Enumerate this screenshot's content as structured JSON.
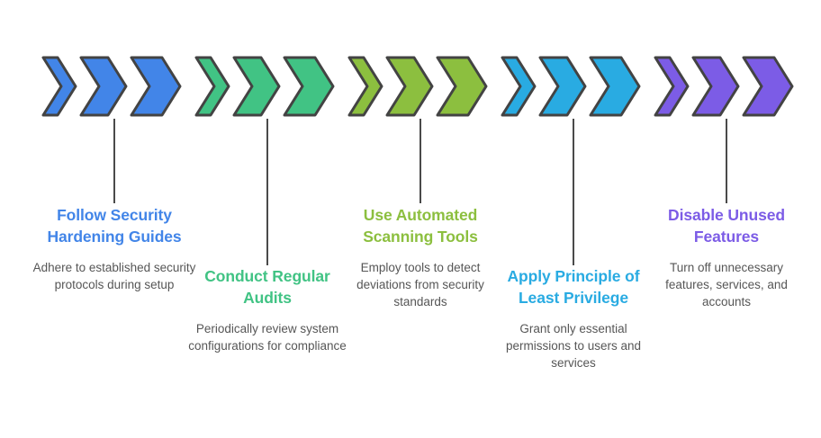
{
  "graphic": {
    "type": "chevron-process-infographic",
    "title_text": "",
    "background_color": "#ffffff",
    "body_text_color": "#565656",
    "chevron_outline_color": "#434343",
    "connector_color": "#4a4a4a"
  },
  "columns": [
    {
      "index": 1,
      "color": "#4285E8",
      "icon": "triple-chevron-right-icon",
      "heading": "Follow Security Hardening Guides",
      "body": "Adhere to established security protocols during setup",
      "stem": "connector-line"
    },
    {
      "index": 2,
      "color": "#41C384",
      "icon": "triple-chevron-right-icon",
      "heading": "Conduct Regular Audits",
      "body": "Periodically review system configurations for compliance",
      "stem": "connector-line"
    },
    {
      "index": 3,
      "color": "#8CBF3F",
      "icon": "triple-chevron-right-icon",
      "heading": "Use Automated Scanning Tools",
      "body": "Employ tools to detect deviations from security standards",
      "stem": "connector-line"
    },
    {
      "index": 4,
      "color": "#29ABE2",
      "icon": "triple-chevron-right-icon",
      "heading": "Apply Principle of Least Privilege",
      "body": "Grant only essential permissions to users and services",
      "stem": "connector-line"
    },
    {
      "index": 5,
      "color": "#7C5CE6",
      "icon": "triple-chevron-right-icon",
      "heading": "Disable Unused Features",
      "body": "Turn off unnecessary features, services, and accounts",
      "stem": "connector-line"
    }
  ]
}
